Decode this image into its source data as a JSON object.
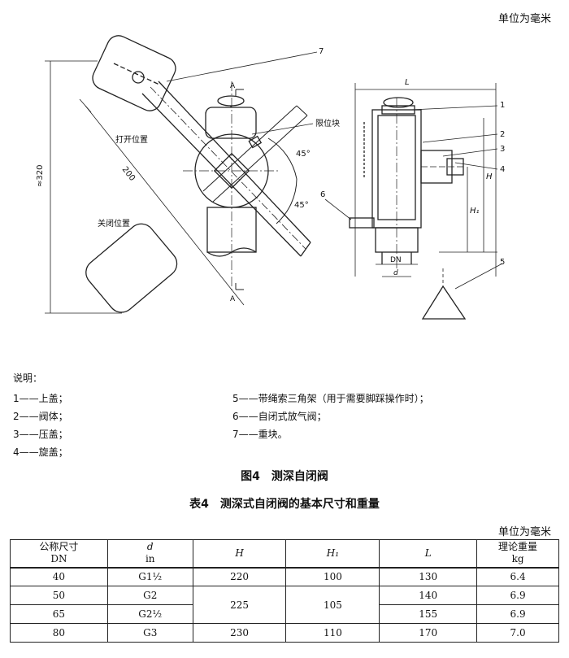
{
  "unit_top": "单位为毫米",
  "drawing": {
    "labels": {
      "n7": "7",
      "open_pos": "打开位置",
      "limit_block": "限位块",
      "angle_top": "45°",
      "angle_bottom": "45°",
      "dim_200": "200",
      "dim_320": "≈320",
      "close_pos": "关闭位置",
      "section_a_top": "A",
      "section_a_bottom": "A",
      "dim_L": "L",
      "n1": "1",
      "n2": "2",
      "n3": "3",
      "n4": "4",
      "n5": "5",
      "n6": "6",
      "dim_H": "H",
      "dim_H1": "H₁",
      "dim_DN": "DN",
      "dim_d": "d"
    }
  },
  "legend": {
    "title": "说明：",
    "items_left": [
      "1——上盖；",
      "2——阀体；",
      "3——压盖；",
      "4——旋盖；"
    ],
    "items_right": [
      "5——带绳索三角架（用于需要脚踩操作时）；",
      "6——自闭式放气阀；",
      "7——重块。"
    ]
  },
  "figure_caption": "图4　测深自闭阀",
  "table_caption": "表4　测深式自闭阀的基本尺寸和重量",
  "table_unit": "单位为毫米",
  "table": {
    "headers": {
      "dn_top": "公称尺寸",
      "dn_bottom": "DN",
      "d_top": "d",
      "d_bottom": "in",
      "h": "H",
      "h1": "H₁",
      "l": "L",
      "w_top": "理论重量",
      "w_bottom": "kg"
    },
    "rows": [
      {
        "dn": "40",
        "d": "G1½",
        "h": "220",
        "h1": "100",
        "l": "130",
        "w": "6.4"
      },
      {
        "dn": "50",
        "d": "G2",
        "h": "225",
        "h1": "105",
        "l": "140",
        "w": "6.9"
      },
      {
        "dn": "65",
        "d": "G2½",
        "l": "155",
        "w": "6.9"
      },
      {
        "dn": "80",
        "d": "G3",
        "h": "230",
        "h1": "110",
        "l": "170",
        "w": "7.0"
      }
    ]
  }
}
